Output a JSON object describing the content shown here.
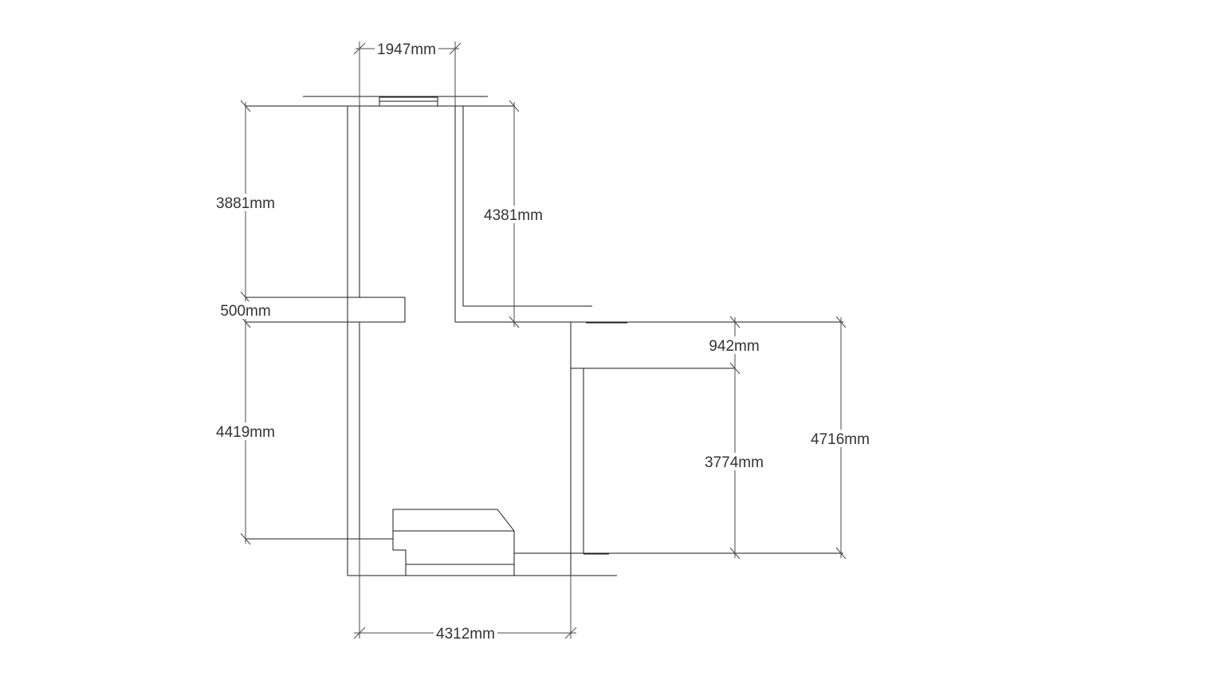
{
  "dimensions": {
    "top_width": "1947mm",
    "left_upper_height": "3881mm",
    "left_step_height": "500mm",
    "left_lower_height": "4419mm",
    "corridor_height": "4381mm",
    "right_offset": "942mm",
    "right_inner_height": "3774mm",
    "right_outer_height": "4716mm",
    "bottom_width": "4312mm"
  }
}
